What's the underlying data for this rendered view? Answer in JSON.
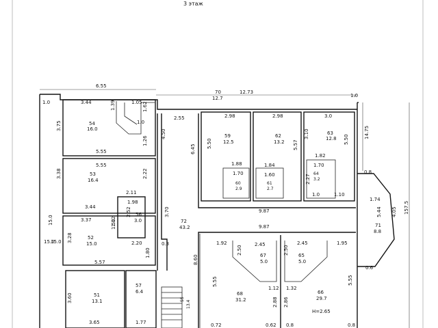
{
  "header": {
    "floor_label": "3 этаж"
  },
  "rooms": {
    "r54": {
      "number": "54",
      "area": "16.0"
    },
    "r53": {
      "number": "53",
      "area": "16.4"
    },
    "r56": {
      "number": "56",
      "area": "3.0"
    },
    "r52": {
      "number": "52",
      "area": "15.0"
    },
    "r51": {
      "number": "51",
      "area": "13.1"
    },
    "r57": {
      "number": "57",
      "area": "6.4"
    },
    "r72": {
      "number": "72",
      "area": "43.2"
    },
    "r59": {
      "number": "59",
      "area": "12.5"
    },
    "r60": {
      "number": "60",
      "area": "2.9"
    },
    "r61": {
      "number": "61",
      "area": "2.7"
    },
    "r62": {
      "number": "62",
      "area": "13.2"
    },
    "r63": {
      "number": "63",
      "area": "12.8"
    },
    "r64": {
      "number": "64",
      "area": "3.2"
    },
    "r71": {
      "number": "71",
      "area": "8.8"
    },
    "r67": {
      "number": "67",
      "area": "5.0"
    },
    "r65": {
      "number": "65",
      "area": "5.0"
    },
    "r68": {
      "number": "68",
      "area": "31.2"
    },
    "r66": {
      "number": "66",
      "area": "29.7"
    },
    "r70": {
      "number": "70",
      "area": "12.7"
    },
    "r55": {
      "number": "55",
      "area": "13.4"
    }
  },
  "height_note": "H=2.65",
  "dimensions": {
    "d_6_55": "6.55",
    "d_12_73": "12.73",
    "d_1_0a": "1.0",
    "d_1_0b": "1.0",
    "d_3_44a": "3.44",
    "d_1_39": "1.39",
    "d_1_05": "1.05",
    "d_1_62": "1.62",
    "d_1_0c": "1.0",
    "d_3_75": "3.75",
    "d_5_55a": "5.55",
    "d_1_26": "1.26",
    "d_4_50": "4.50",
    "d_5_55b": "5.55",
    "d_2_22": "2.22",
    "d_3_38": "3.38",
    "d_2_11": "2.11",
    "d_3_44b": "3.44",
    "d_1_98": "1.98",
    "d_3_37": "3.37",
    "d_1_12": "1.12",
    "d_2_52": "2.52",
    "d_1_50": "1.50",
    "d_2_20": "2.20",
    "d_3_28": "3.28",
    "d_1_80a": "1.80",
    "d_5_57a": "5.57",
    "d_15_0a": "15.0",
    "d_15_0b": "15.0",
    "d_3_60": "3.60",
    "d_3_65": "3.65",
    "d_1_77": "1.77",
    "d_2_55": "2.55",
    "d_2_98a": "2.98",
    "d_2_98b": "2.98",
    "d_3_0": "3.0",
    "d_6_45": "6.45",
    "d_5_50a": "5.50",
    "d_5_57b": "5.57",
    "d_3_10": "3.10",
    "d_5_50b": "5.50",
    "d_1_88": "1.88",
    "d_1_84": "1.84",
    "d_1_82": "1.82",
    "d_1_70a": "1.70",
    "d_1_60": "1.60",
    "d_1_70b": "1.70",
    "d_2_27": "2.27",
    "d_1_10": "1.10",
    "d_1_0d": "1.0",
    "d_9_87a": "9.87",
    "d_9_87b": "9.87",
    "d_3_70": "3.70",
    "d_0_3": "0.3",
    "d_8_60": "8.60",
    "d_1_92": "1.92",
    "d_2_45a": "2.45",
    "d_2_50a": "2.50",
    "d_2_45b": "2.45",
    "d_2_50b": "2.50",
    "d_1_95": "1.95",
    "d_5_55c": "5.55",
    "d_5_55d": "5.55",
    "d_1_12b": "1.12",
    "d_1_32": "1.32",
    "d_2_88": "2.88",
    "d_2_86": "2.86",
    "d_0_72": "0.72",
    "d_0_62": "0.62",
    "d_0_8a": "0.8",
    "d_0_8b": "0.8",
    "d_14_75": "14.75",
    "d_0_8c": "0.8",
    "d_1_74": "1.74",
    "d_5_44": "5.44",
    "d_4_05": "4.05",
    "d_157_5": "157.5",
    "d_0_6": "0.6",
    "d_15_0c": "15.0"
  }
}
